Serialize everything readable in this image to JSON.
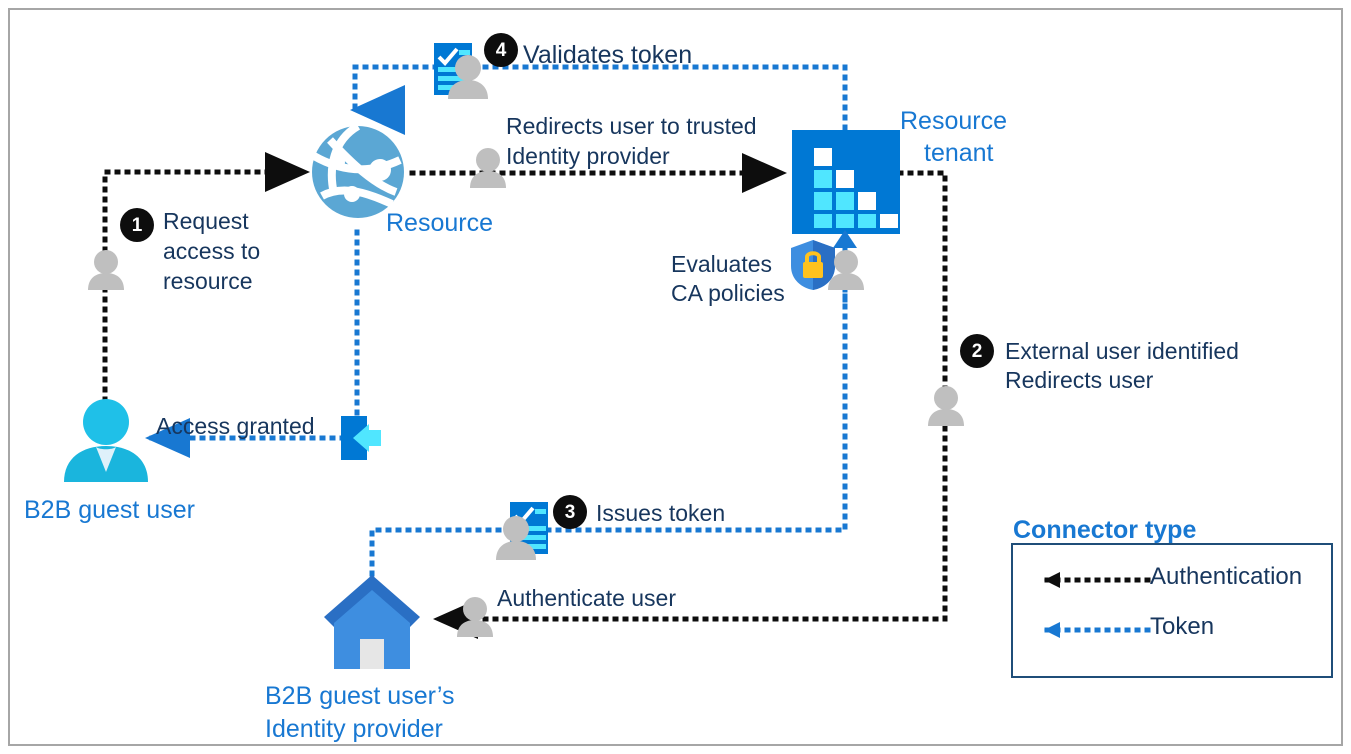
{
  "diagram": {
    "title": "B2B guest user cross-tenant access flow",
    "colors": {
      "accent_blue": "#1878d2",
      "text_navy": "#17365d",
      "token_line": "#1878d2",
      "auth_line": "#0d0d0d",
      "tenant_blue": "#0078d4",
      "globe_blue": "#5ba7d4",
      "guest_cyan": "#1fc0e8",
      "house_blue": "#3e8ee0",
      "frame_border": "#a6a6a6",
      "legend_border": "#1f4e79",
      "person_grey": "#bfbfbf",
      "badge_black": "#0d0d0d"
    },
    "nodes": {
      "resource": {
        "label": "Resource",
        "icon": "globe-network-icon"
      },
      "resource_tenant": {
        "label": "Resource\ntenant",
        "label_line1": "Resource",
        "label_line2": "tenant",
        "icon": "tenant-grid-icon"
      },
      "guest_user": {
        "label": "B2B guest user",
        "icon": "user-avatar-icon"
      },
      "identity_provider": {
        "label_line1": "B2B guest user’s",
        "label_line2": "Identity provider",
        "icon": "home-icon"
      }
    },
    "steps": [
      {
        "number": "1",
        "label_line1": "Request",
        "label_line2": "access to",
        "label_line3": "resource"
      },
      {
        "number": "2",
        "label_line1": "External user identified",
        "label_line2": "Redirects user"
      },
      {
        "number": "3",
        "label_line1": "Issues token"
      },
      {
        "number": "4",
        "label_line1": "Validates token"
      }
    ],
    "edge_labels": {
      "redirect": {
        "line1": "Redirects user to trusted",
        "line2": "Identity provider"
      },
      "evaluates": {
        "line1": "Evaluates",
        "line2": "CA policies"
      },
      "authenticate": "Authenticate user",
      "access_granted": "Access granted"
    },
    "legend": {
      "title": "Connector type",
      "items": [
        {
          "label": "Authentication",
          "style": "dotted-black-arrow"
        },
        {
          "label": "Token",
          "style": "dotted-blue-arrow"
        }
      ]
    }
  }
}
